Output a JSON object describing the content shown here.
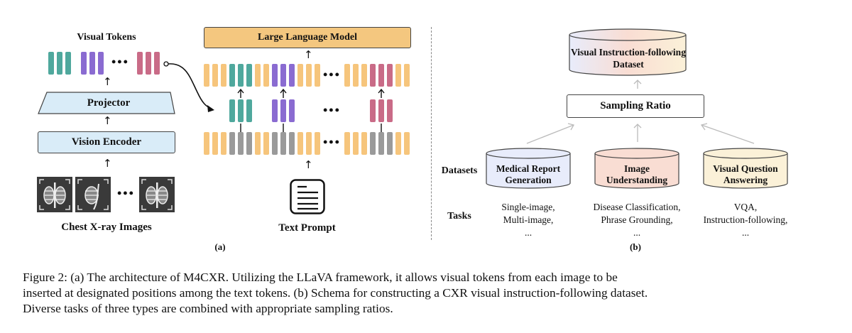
{
  "panel_a": {
    "visual_tokens_label": "Visual Tokens",
    "projector_label": "Projector",
    "vision_encoder_label": "Vision Encoder",
    "images_label": "Chest X-ray Images",
    "llm_label": "Large Language Model",
    "text_prompt_label": "Text Prompt",
    "ellipsis": "•••",
    "panel_label": "(a)",
    "colors": {
      "teal": "#4fa89d",
      "purple": "#8a6bd1",
      "pink": "#c96b87",
      "orange": "#f6c57c",
      "gray": "#9a9a9a",
      "projector_fill": "#d9ecf8",
      "llm_fill": "#f4c77f"
    },
    "upper_sequence": [
      "o",
      "o",
      "o",
      "t",
      "t",
      "t",
      "o",
      "o",
      "p",
      "p",
      "p",
      "o",
      "o",
      "o",
      "...",
      "o",
      "o",
      "o",
      "k",
      "k",
      "k",
      "o",
      "o"
    ],
    "lower_sequence": [
      "o",
      "o",
      "o",
      "g",
      "g",
      "g",
      "o",
      "o",
      "g",
      "g",
      "g",
      "o",
      "o",
      "o",
      "...",
      "o",
      "o",
      "o",
      "g",
      "g",
      "g",
      "o",
      "o"
    ]
  },
  "panel_b": {
    "top_dataset_line1": "Visual Instruction-following",
    "top_dataset_line2": "Dataset",
    "sampling_ratio_label": "Sampling Ratio",
    "datasets_row_label": "Datasets",
    "tasks_row_label": "Tasks",
    "panel_label": "(b)",
    "datasets": [
      {
        "line1": "Medical Report",
        "line2": "Generation",
        "fill": "#e8ecfb",
        "tasks": [
          "Single-image,",
          "Multi-image,",
          "..."
        ]
      },
      {
        "line1": "Image",
        "line2": "Understanding",
        "fill": "#f9ddd3",
        "tasks": [
          "Disease Classification,",
          "Phrase Grounding,",
          "..."
        ]
      },
      {
        "line1": "Visual Question",
        "line2": "Answering",
        "fill": "#fbf1d8",
        "tasks": [
          "VQA,",
          "Instruction-following,",
          "..."
        ]
      }
    ]
  },
  "caption": {
    "line1": "Figure 2: (a) The architecture of M4CXR. Utilizing the LLaVA framework, it allows visual tokens from each image to be",
    "line2": "inserted at designated positions among the text tokens. (b) Schema for constructing a CXR visual instruction-following dataset.",
    "line3": "Diverse tasks of three types are combined with appropriate sampling ratios."
  }
}
